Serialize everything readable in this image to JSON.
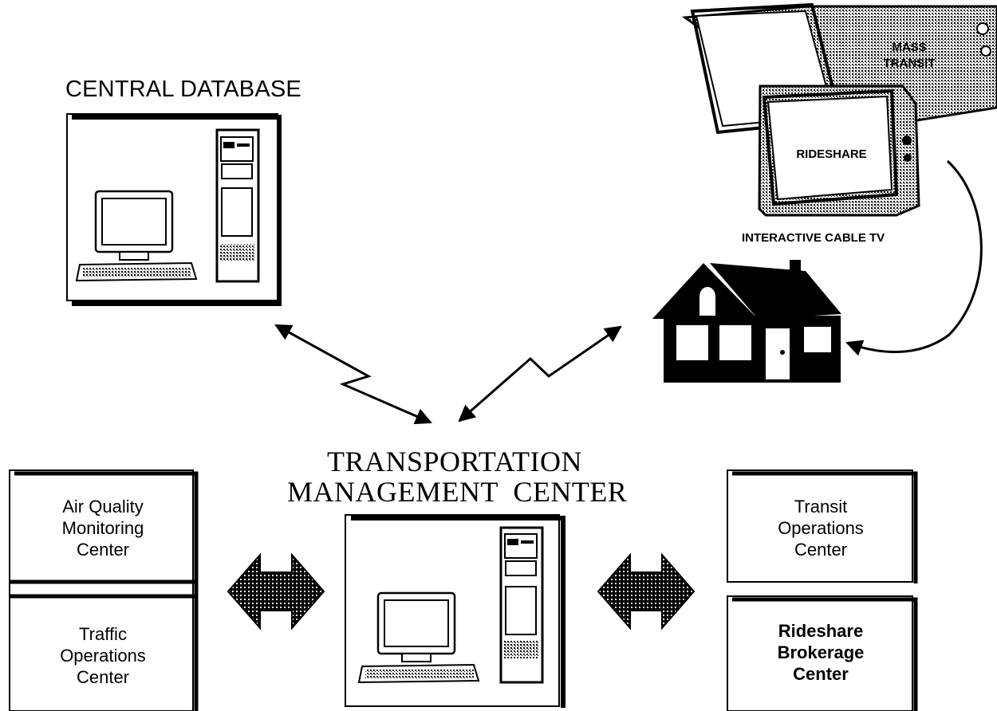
{
  "central_database": {
    "title": "CENTRAL DATABASE"
  },
  "tv": {
    "screen_back": [
      "MASS",
      "TRANSIT"
    ],
    "screen_front": "RIDESHARE",
    "caption": "INTERACTIVE CABLE TV"
  },
  "tmc": {
    "title_line1": "TRANSPORTATION",
    "title_line2": "MANAGEMENT  CENTER"
  },
  "left_centers": [
    {
      "lines": [
        "Air Quality",
        "Monitoring",
        "Center"
      ]
    },
    {
      "lines": [
        "Traffic",
        "Operations",
        "Center"
      ]
    }
  ],
  "right_centers": [
    {
      "lines": [
        "Transit",
        "Operations",
        "Center"
      ]
    },
    {
      "lines": [
        "Rideshare",
        "Brokerage",
        "Center"
      ]
    }
  ]
}
